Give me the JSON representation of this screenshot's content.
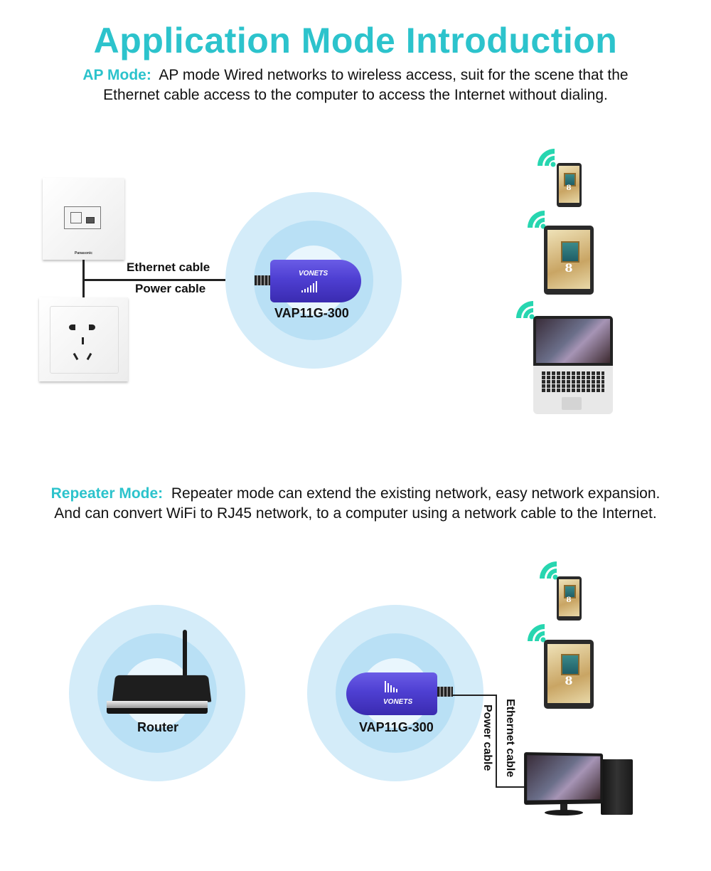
{
  "title": "Application Mode Introduction",
  "colors": {
    "accent": "#2cc3cc",
    "wifi_icon": "#27d6b0",
    "dongle": "#4e3fd2",
    "ring_outer": "#d4ecf9",
    "ring_mid": "#b9e0f5",
    "ring_inner": "#e9f6fd"
  },
  "ap_mode": {
    "label": "AP Mode:",
    "text_line1": "AP mode Wired networks to wireless access, suit for the scene that the",
    "text_line2": "Ethernet cable access to the computer to access the Internet without dialing.",
    "wall_plate_brand": "Panasonic",
    "ethernet_label": "Ethernet cable",
    "power_label": "Power cable",
    "device_label": "VAP11G-300",
    "device_brand": "VONETS",
    "clients": [
      {
        "type": "phone",
        "icon": "wifi-icon",
        "badge": "8"
      },
      {
        "type": "tablet",
        "icon": "wifi-icon",
        "badge": "8"
      },
      {
        "type": "laptop",
        "icon": "wifi-icon"
      }
    ]
  },
  "repeater_mode": {
    "label": "Repeater Mode:",
    "text_line1": "Repeater mode can extend the existing network, easy network expansion.",
    "text_line2": "And can convert WiFi to RJ45 network, to a computer using a network cable to the Internet.",
    "router_label": "Router",
    "device_label": "VAP11G-300",
    "device_brand": "VONETS",
    "ethernet_label": "Ethernet cable",
    "power_label": "Power cable",
    "clients": [
      {
        "type": "phone",
        "icon": "wifi-icon",
        "badge": "8"
      },
      {
        "type": "tablet",
        "icon": "wifi-icon",
        "badge": "8"
      },
      {
        "type": "desktop"
      }
    ]
  }
}
